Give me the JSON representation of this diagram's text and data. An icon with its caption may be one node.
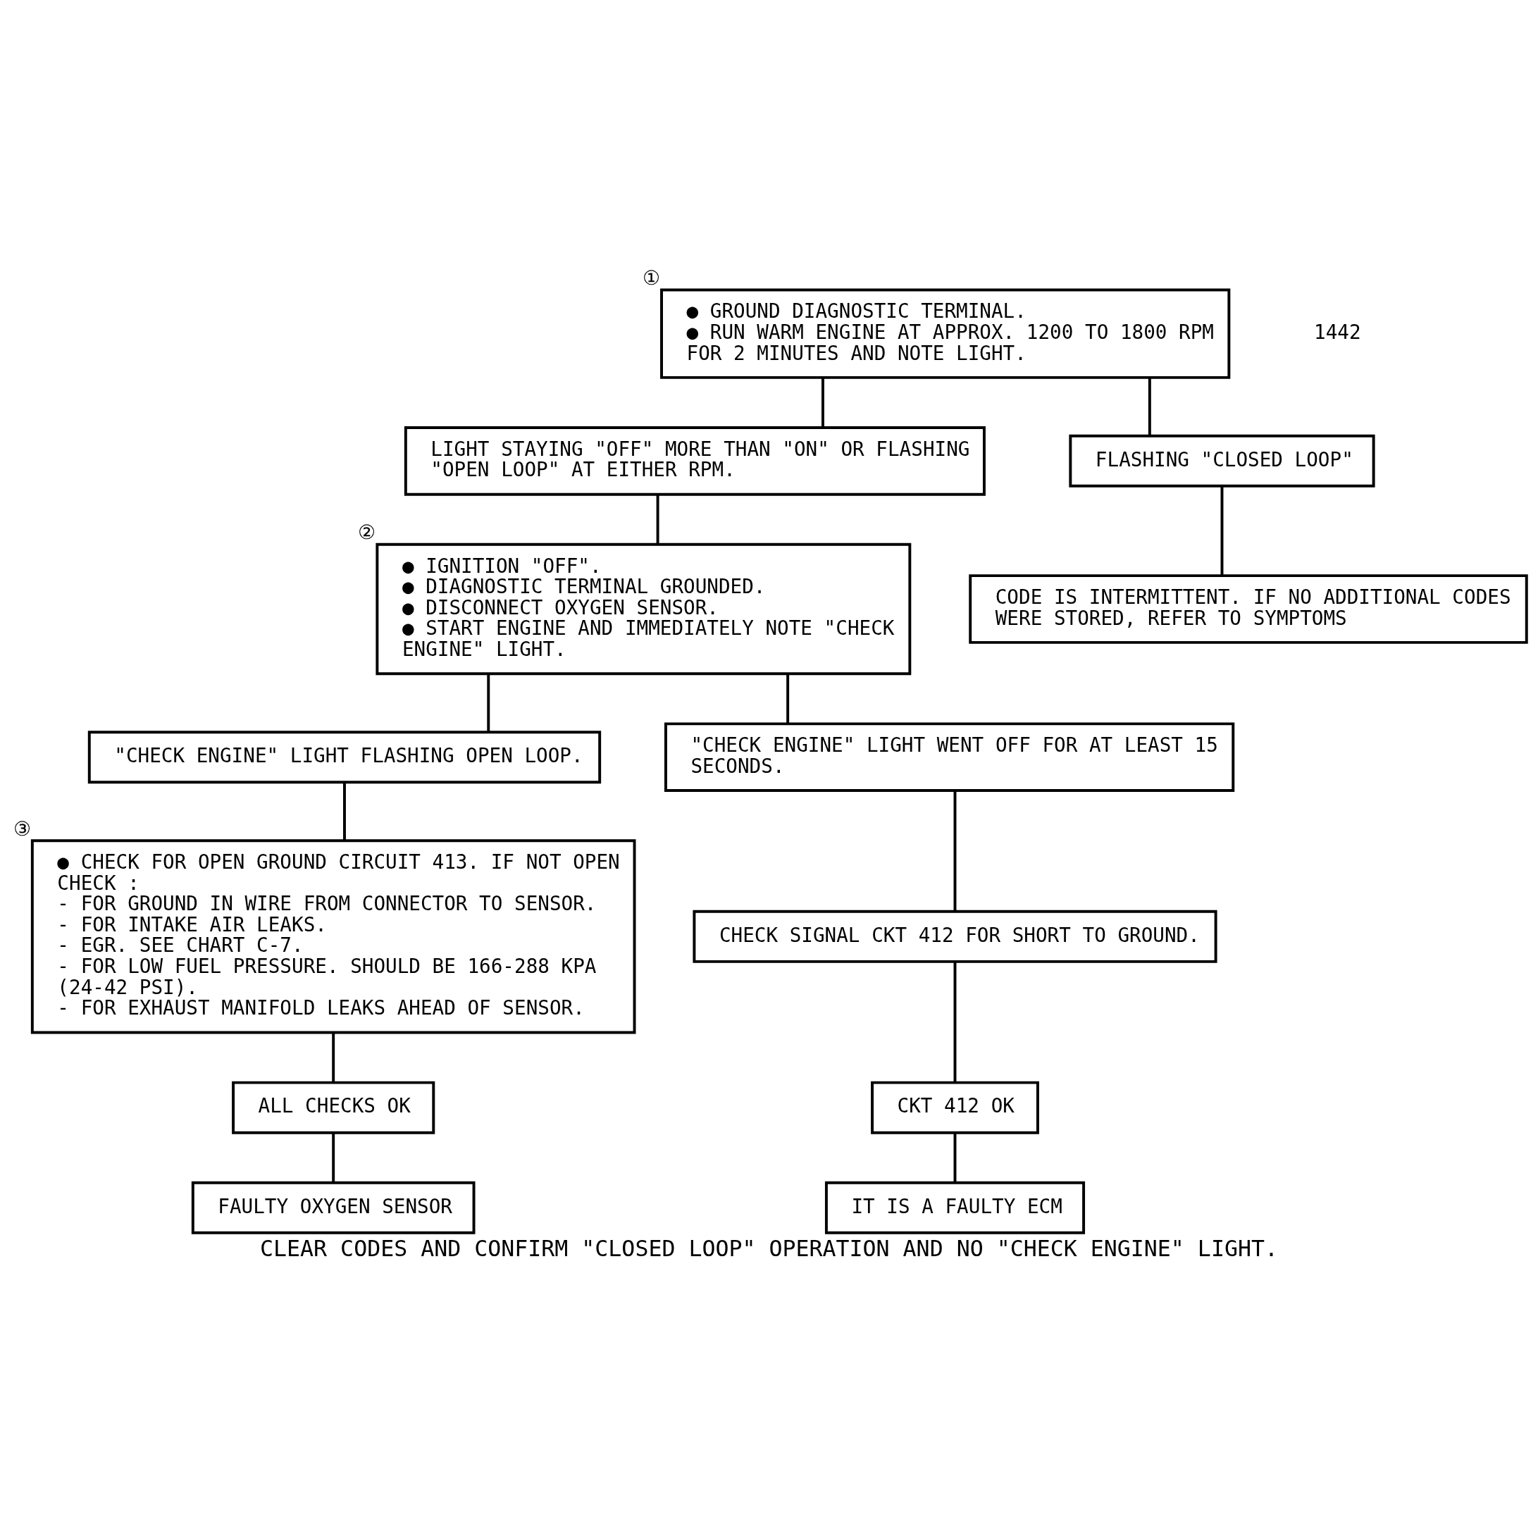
{
  "diagram": {
    "caption": "CLEAR CODES AND CONFIRM \"CLOSED LOOP\" OPERATION AND NO \"CHECK ENGINE\" LIGHT.",
    "nodes": [
      {
        "text": [
          "● GROUND DIAGNOSTIC TERMINAL.",
          "● RUN WARM ENGINE AT APPROX. 1200 TO 1800 RPM FOR 2 MINUTES AND NOTE LIGHT."
        ],
        "beside": [
          "①"
        ]
      },
      {
        "text": [
          "LIGHT STAYING \"OFF\" MORE THAN \"ON\" OR FLASHING \"OPEN LOOP\" AT EITHER RPM."
        ]
      },
      {
        "text": [
          "FLASHING \"CLOSED LOOP\""
        ]
      },
      {
        "text": [
          "● IGNITION \"OFF\".",
          "● DIAGNOSTIC TERMINAL GROUNDED.",
          "● DISCONNECT OXYGEN SENSOR.",
          "● START ENGINE AND IMMEDIATELY NOTE \"CHECK ENGINE\" LIGHT."
        ],
        "beside": [
          "②"
        ]
      },
      {
        "text": [
          "CODE IS INTERMITTENT. IF NO ADDITIONAL CODES WERE STORED, REFER TO SYMPTOMS"
        ]
      },
      {
        "text": [
          "\"CHECK ENGINE\" LIGHT FLASHING OPEN LOOP."
        ]
      },
      {
        "text": [
          "\"CHECK ENGINE\" LIGHT WENT OFF FOR AT LEAST 15 SECONDS."
        ]
      },
      {
        "text": [
          "● CHECK FOR OPEN GROUND CIRCUIT 413. IF NOT OPEN CHECK :",
          "- FOR GROUND IN WIRE FROM CONNECTOR TO SENSOR.",
          "- FOR INTAKE AIR LEAKS.",
          "- EGR. SEE CHART C-7.",
          "- FOR LOW FUEL PRESSURE. SHOULD BE 166-288 KPA (24-42 PSI).",
          "- FOR EXHAUST MANIFOLD LEAKS AHEAD OF SENSOR."
        ],
        "beside": [
          "③"
        ]
      },
      {
        "text": [
          "CHECK SIGNAL CKT 412 FOR SHORT TO GROUND."
        ]
      },
      {
        "text": [
          "CKT 412 OK"
        ]
      },
      {
        "text": [
          "ALL CHECKS OK"
        ]
      },
      {
        "text": [
          "IT IS A FAULTY ECM"
        ]
      },
      {
        "text": [
          "FAULTY OXYGEN SENSOR"
        ]
      }
    ],
    "edges": [
      {
        "from": 0,
        "to": 1,
        "arrow": "none"
      },
      {
        "from": 0,
        "to": 2,
        "arrow": "none"
      },
      {
        "from": 1,
        "to": 3,
        "arrow": "none"
      },
      {
        "from": 2,
        "to": 4,
        "arrow": "none"
      },
      {
        "from": 3,
        "to": 5,
        "arrow": "none"
      },
      {
        "from": 3,
        "to": 6,
        "arrow": "none"
      },
      {
        "from": 5,
        "to": 7,
        "arrow": "none"
      },
      {
        "from": 6,
        "to": 8,
        "arrow": "none"
      },
      {
        "from": 8,
        "to": 9,
        "arrow": "none"
      },
      {
        "from": 9,
        "to": 11,
        "arrow": "none"
      },
      {
        "from": 7,
        "to": 10,
        "arrow": "none"
      },
      {
        "from": 10,
        "to": 12,
        "arrow": "none"
      }
    ],
    "labels": [
      "1442"
    ]
  }
}
